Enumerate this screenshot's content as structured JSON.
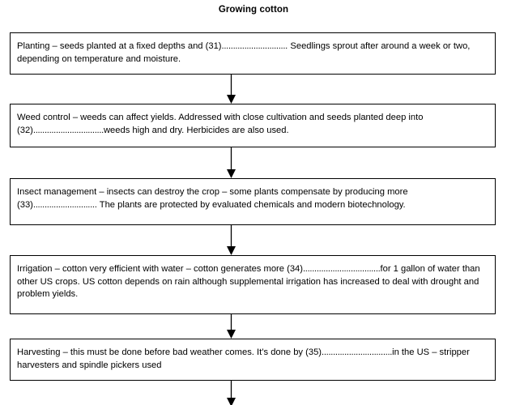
{
  "title": "Growing cotton",
  "flowchart": {
    "arrow_color": "#000000",
    "box_border_color": "#000000",
    "boxes": [
      {
        "id": "planting",
        "step_label": "Planting",
        "blank_number": "(31)",
        "text_before_blank": "Planting – seeds planted at a fixed depths and (31)",
        "dots": "............................",
        "text_after_blank": ". Seedlings sprout after around a week or two, depending on temperature and moisture.",
        "full_text": "Planting – seeds planted at a fixed depths and (31)............................ Seedlings sprout after around a week or two, depending on temperature and moisture.",
        "align": "left"
      },
      {
        "id": "weed-control",
        "step_label": "Weed control",
        "blank_number": "(32)",
        "text_before_blank": "Weed control – weeds can affect yields. Addressed with close cultivation and seeds planted deep into",
        "dots": "...............................",
        "text_after_blank": "weeds high and dry. Herbicides are also used.",
        "line1": "Weed control – weeds can affect yields. Addressed with close cultivation and seeds planted deep into",
        "line2_prefix": "(32)",
        "line2_dots": "...............................",
        "line2_suffix": "weeds high and dry. Herbicides are also used.",
        "full_text": "Weed control – weeds can affect yields. Addressed with close cultivation and seeds planted deep into (32)...............................weeds high and dry. Herbicides are also used.",
        "align": "justify"
      },
      {
        "id": "insect-management",
        "step_label": "Insect management",
        "blank_number": "(33)",
        "text_before_blank": "Insect management – insects can destroy the crop – some plants compensate by producing more",
        "dots": "...........................",
        "text_after_blank": ". The plants are protected by evaluated chemicals and modern biotechnology.",
        "line1": "Insect management – insects can destroy the crop – some plants compensate by producing more",
        "line2_prefix": "(33)",
        "line2_dots": "...........................",
        "line2_suffix": ". The plants are protected by evaluated chemicals and modern biotechnology.",
        "full_text": "Insect management – insects can destroy the crop – some plants compensate by producing more (33)........................... The plants are protected by evaluated chemicals and modern biotechnology.",
        "align": "left"
      },
      {
        "id": "irrigation",
        "step_label": "Irrigation",
        "blank_number": "(34)",
        "text_before_blank": "Irrigation – cotton very efficient with water – cotton generates more (34)",
        "dots": "..................................",
        "text_after_blank": "for 1 gallon of water than other US crops. US cotton depends on rain although supplemental irrigation has increased to deal with drought and problem yields.",
        "full_text": "Irrigation – cotton very efficient with water – cotton generates more (34)..................................for 1 gallon of water than other US crops. US cotton depends on rain although supplemental irrigation has increased to deal with drought and problem yields.",
        "align": "left"
      },
      {
        "id": "harvesting",
        "step_label": "Harvesting",
        "blank_number": "(35)",
        "text_before_blank": "Harvesting – this must be done before bad weather comes. It’s done by (35)",
        "dots": "...............................",
        "text_after_blank": "in the US – stripper harvesters and spindle pickers used",
        "full_text": "Harvesting – this must be done before bad weather comes. It’s done by (35)...............................in the US – stripper harvesters and spindle pickers used",
        "align": "left"
      }
    ],
    "arrows": [
      {
        "id": "arrow-1",
        "from": "planting",
        "to": "weed-control"
      },
      {
        "id": "arrow-2",
        "from": "weed-control",
        "to": "insect-management"
      },
      {
        "id": "arrow-3",
        "from": "insect-management",
        "to": "irrigation"
      },
      {
        "id": "arrow-4",
        "from": "irrigation",
        "to": "harvesting"
      },
      {
        "id": "arrow-5",
        "from": "harvesting",
        "to": ""
      }
    ]
  }
}
